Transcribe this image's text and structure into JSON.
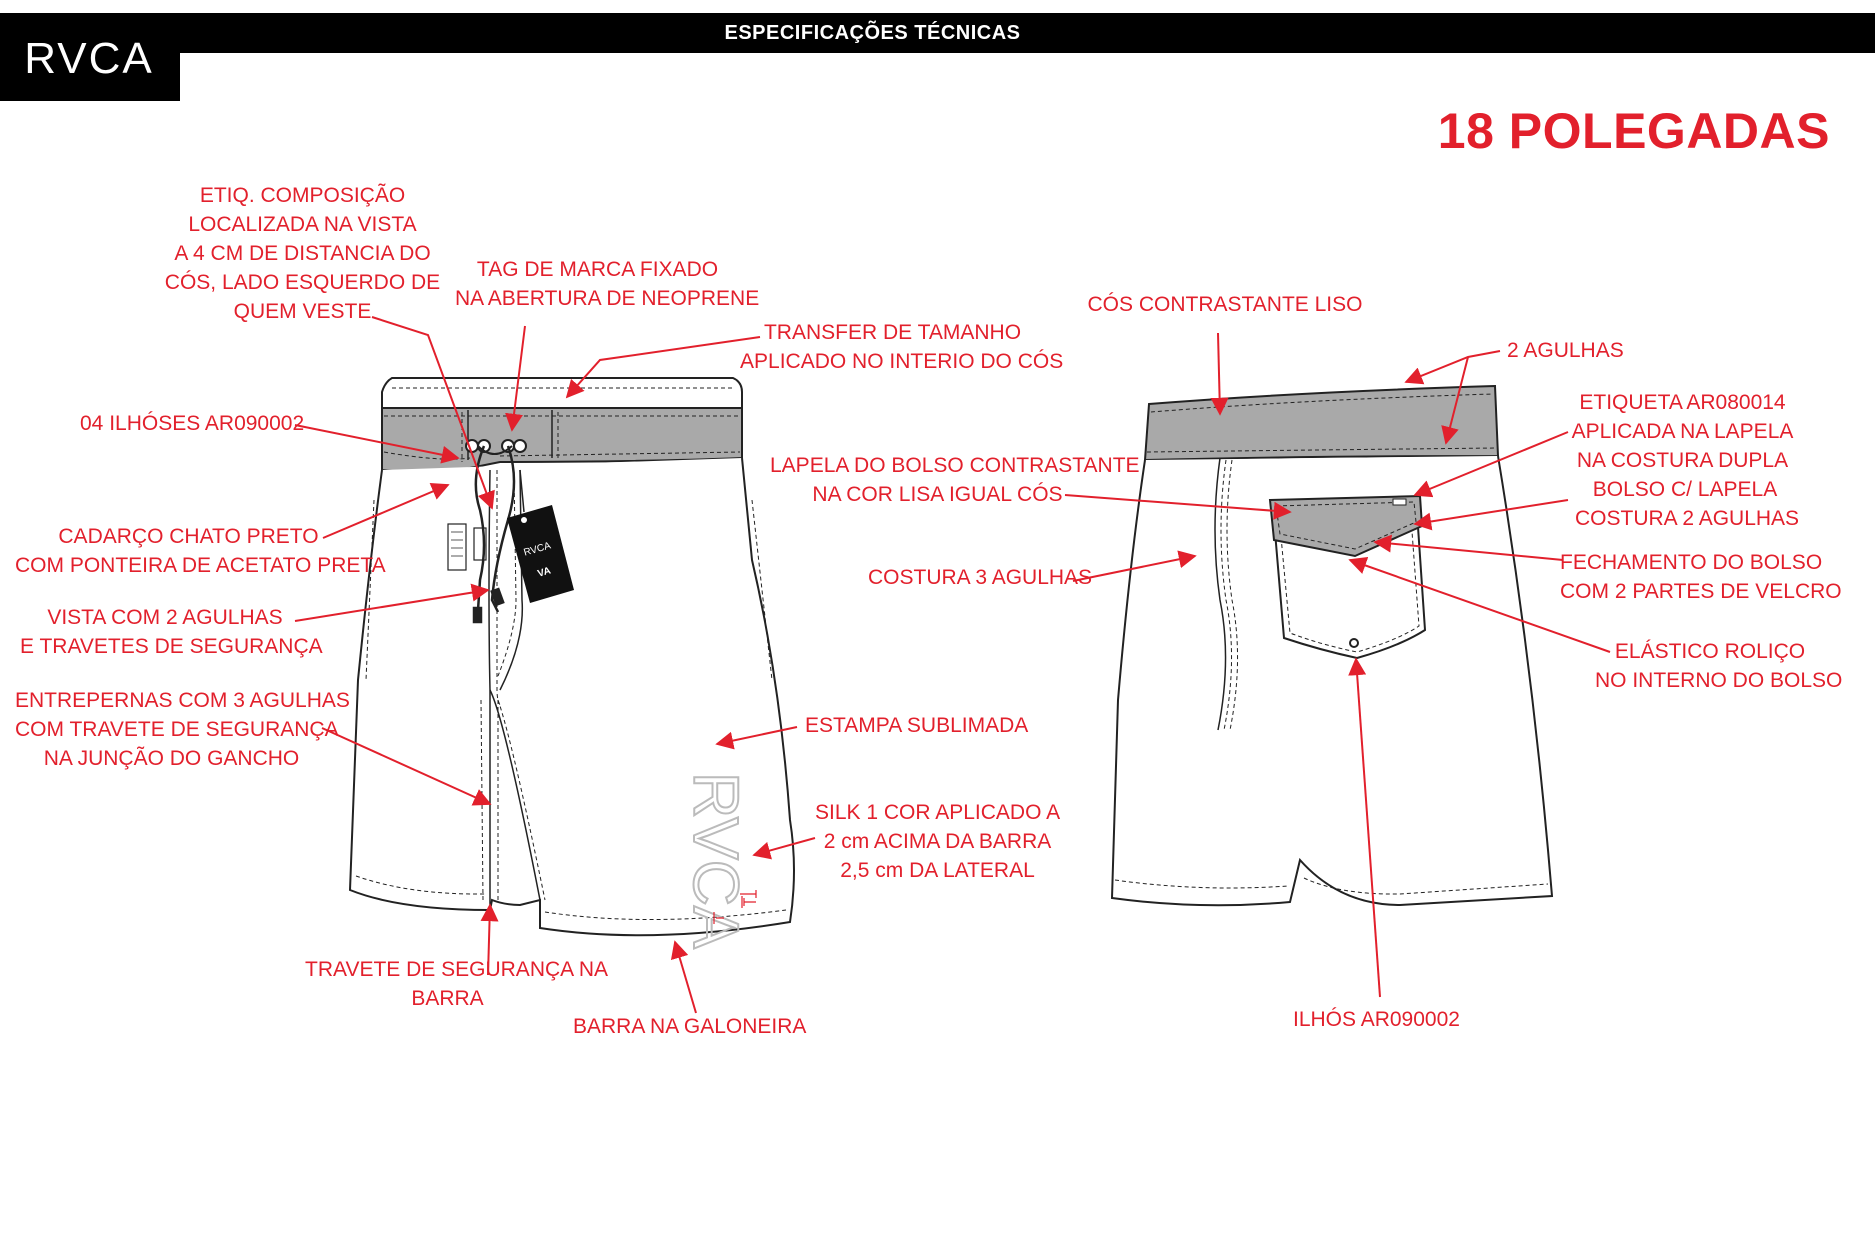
{
  "header": {
    "title": "ESPECIFICAÇÕES TÉCNICAS",
    "brand": "RVCA"
  },
  "size_title": "18 POLEGADAS",
  "colors": {
    "callout_red": "#e2202c",
    "bar_black": "#000000",
    "waistband_gray": "#a9a9a9",
    "outline": "#222222"
  },
  "callouts": {
    "etiq_composicao": "ETIQ. COMPOSIÇÃO\nLOCALIZADA NA VISTA\nA 4 CM DE DISTANCIA DO\nCÓS, LADO ESQUERDO DE\nQUEM VESTE",
    "tag_marca": "TAG DE MARCA FIXADO\nNA ABERTURA DE NEOPRENE",
    "transfer_tamanho": "TRANSFER DE TAMANHO\nAPLICADO NO INTERIO DO CÓS",
    "ilhoses": "04 ILHÓSES AR090002",
    "cadarco": "CADARÇO CHATO PRETO\nCOM PONTEIRA DE ACETATO PRETA",
    "vista": "VISTA COM 2 AGULHAS\nE TRAVETES DE SEGURANÇA",
    "entrepernas": "ENTREPERNAS COM 3 AGULHAS\nCOM TRAVETE DE SEGURANÇA\nNA JUNÇÃO DO GANCHO",
    "estampa": "ESTAMPA SUBLIMADA",
    "silk": "SILK 1 COR APLICADO A\n2 cm ACIMA DA BARRA\n2,5 cm DA LATERAL",
    "travete_barra": "TRAVETE DE SEGURANÇA NA\nBARRA",
    "barra_galoneira": "BARRA NA GALONEIRA",
    "cos_contrastante": "CÓS CONTRASTANTE LISO",
    "duas_agulhas": "2 AGULHAS",
    "etiqueta_lapela": "ETIQUETA AR080014\nAPLICADA NA LAPELA\nNA COSTURA DUPLA",
    "lapela_bolso": "LAPELA DO BOLSO CONTRASTANTE\nNA COR LISA IGUAL CÓS",
    "bolso_lapela": "BOLSO C/ LAPELA\nCOSTURA 2 AGULHAS",
    "costura_3": "COSTURA 3 AGULHAS",
    "fechamento": "FECHAMENTO DO BOLSO\nCOM 2 PARTES DE VELCRO",
    "elastico": "ELÁSTICO ROLIÇO\nNO INTERNO DO BOLSO",
    "ilhos_costas": "ILHÓS AR090002"
  },
  "hang_tag": {
    "brand": "RVCA",
    "mark": "VA"
  },
  "print_logo": "RVCA"
}
